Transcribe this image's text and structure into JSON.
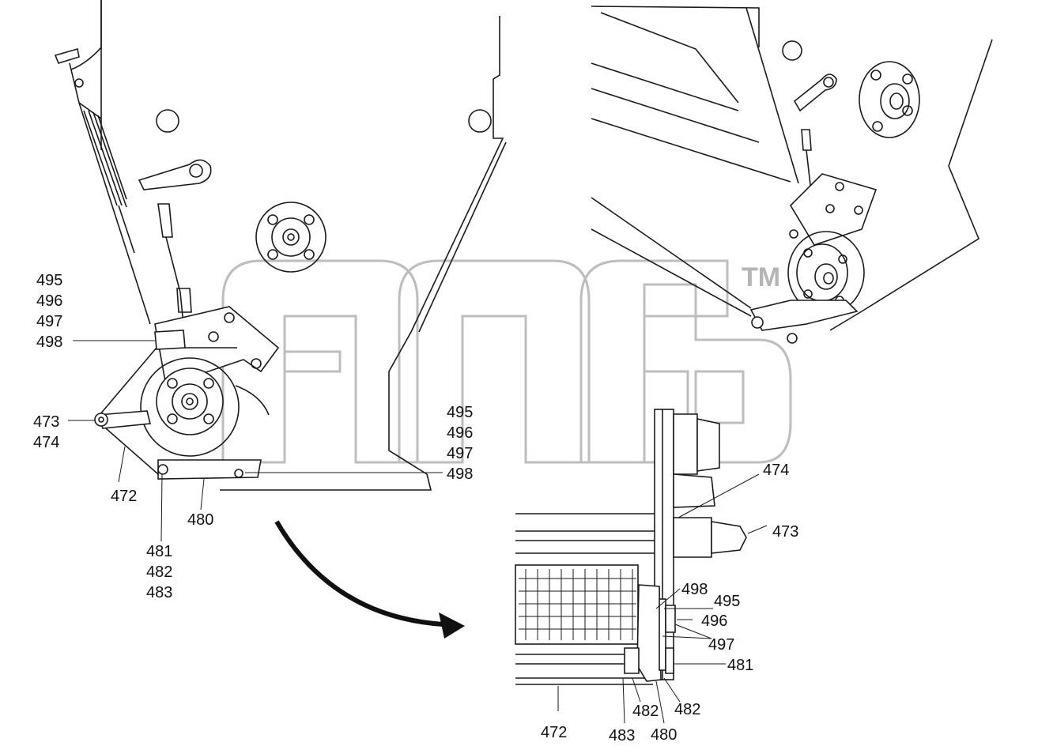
{
  "watermark": {
    "trademark": "TM"
  },
  "callouts_left": [
    {
      "name": "callout-495-a",
      "text": "495"
    },
    {
      "name": "callout-496-a",
      "text": "496"
    },
    {
      "name": "callout-497-a",
      "text": "497"
    },
    {
      "name": "callout-498-a",
      "text": "498"
    },
    {
      "name": "callout-473-a",
      "text": "473"
    },
    {
      "name": "callout-474-a",
      "text": "474"
    },
    {
      "name": "callout-472-a",
      "text": "472"
    },
    {
      "name": "callout-480-a",
      "text": "480"
    },
    {
      "name": "callout-481-a",
      "text": "481"
    },
    {
      "name": "callout-482-a",
      "text": "482"
    },
    {
      "name": "callout-483-a",
      "text": "483"
    },
    {
      "name": "callout-495-b",
      "text": "495"
    },
    {
      "name": "callout-496-b",
      "text": "496"
    },
    {
      "name": "callout-497-b",
      "text": "497"
    },
    {
      "name": "callout-498-b",
      "text": "498"
    }
  ],
  "callouts_detail": [
    {
      "name": "callout-474-c",
      "text": "474"
    },
    {
      "name": "callout-473-c",
      "text": "473"
    },
    {
      "name": "callout-498-c",
      "text": "498"
    },
    {
      "name": "callout-495-c",
      "text": "495"
    },
    {
      "name": "callout-496-c",
      "text": "496"
    },
    {
      "name": "callout-497-c",
      "text": "497"
    },
    {
      "name": "callout-481-c",
      "text": "481"
    },
    {
      "name": "callout-482-c",
      "text": "482"
    },
    {
      "name": "callout-482-d",
      "text": "482"
    },
    {
      "name": "callout-472-c",
      "text": "472"
    },
    {
      "name": "callout-483-c",
      "text": "483"
    },
    {
      "name": "callout-480-c",
      "text": "480"
    }
  ],
  "colors": {
    "line": "#1a1a1a",
    "watermark": "#bdbdbd",
    "background": "#ffffff"
  }
}
